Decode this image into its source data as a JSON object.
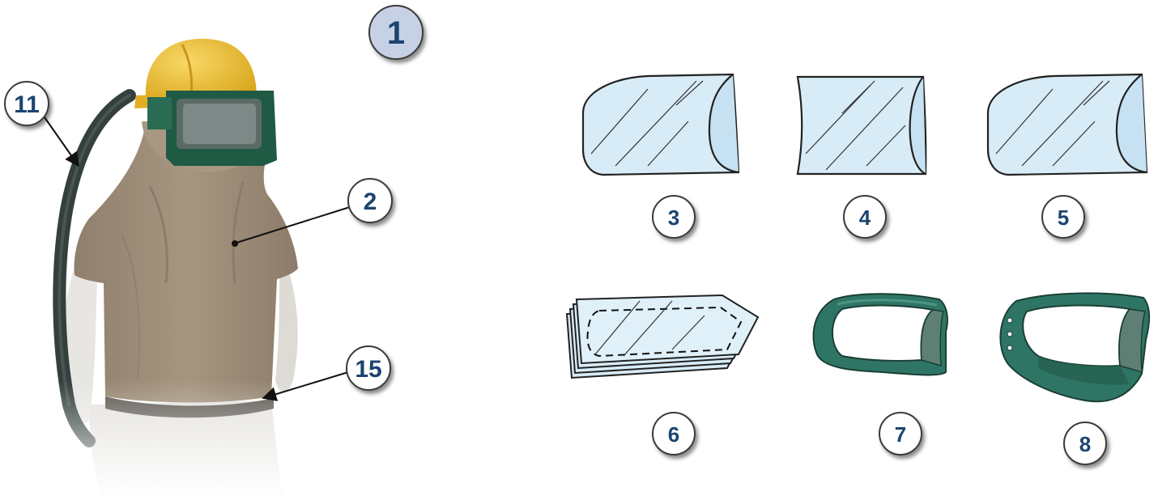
{
  "colors": {
    "callout_text": "#1c4470",
    "callout_fill": "#ffffff",
    "callout_fill_primary": "#c7d1e6",
    "callout_outline": "#3a3a3a",
    "lens_fill": "#d8ecf7",
    "lens_outline": "#222222",
    "frame_green": "#2f7565",
    "frame_green_dark": "#1f5648",
    "hood_tan": "#9a8a78",
    "helmet_yellow": "#f1c232",
    "hose_dark": "#33403d"
  },
  "icons": {
    "blast_hood": "blast-hood-figure-icon",
    "lens_rounded": "curved-lens-rounded-icon",
    "lens_square": "curved-lens-square-icon",
    "lens_stack": "lens-stack-icon",
    "window_frame": "window-frame-icon",
    "window_frame_gasket": "window-frame-gasket-icon"
  },
  "callouts": {
    "c1": "1",
    "c2": "2",
    "c3": "3",
    "c4": "4",
    "c5": "5",
    "c6": "6",
    "c7": "7",
    "c8": "8",
    "c11": "11",
    "c15": "15"
  }
}
